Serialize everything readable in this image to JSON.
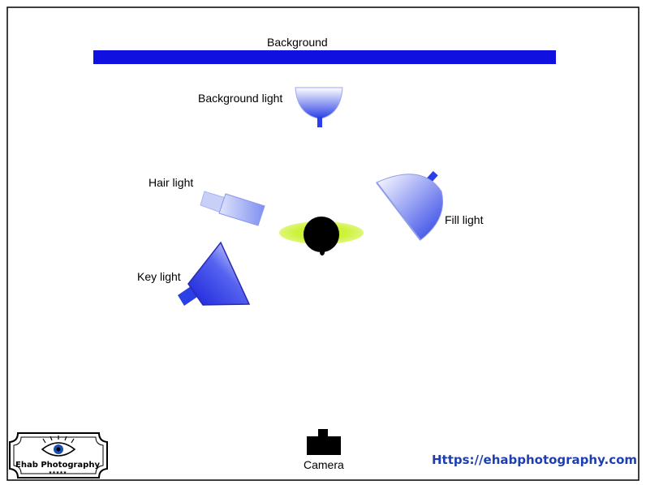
{
  "labels": {
    "background": "Background",
    "background_light": "Background light",
    "hair_light": "Hair light",
    "fill_light": "Fill light",
    "key_light": "Key light",
    "camera": "Camera"
  },
  "logo": {
    "name": "Ehab Photography",
    "stars": "★★★★★"
  },
  "website": "Https://ehabphotography.com",
  "colors": {
    "background_bar": "#1010e0",
    "light_blue": "#2a3fe6",
    "subject_glow": "#ccf23a",
    "subject": "#000000",
    "url_text": "#1f3fb0"
  }
}
